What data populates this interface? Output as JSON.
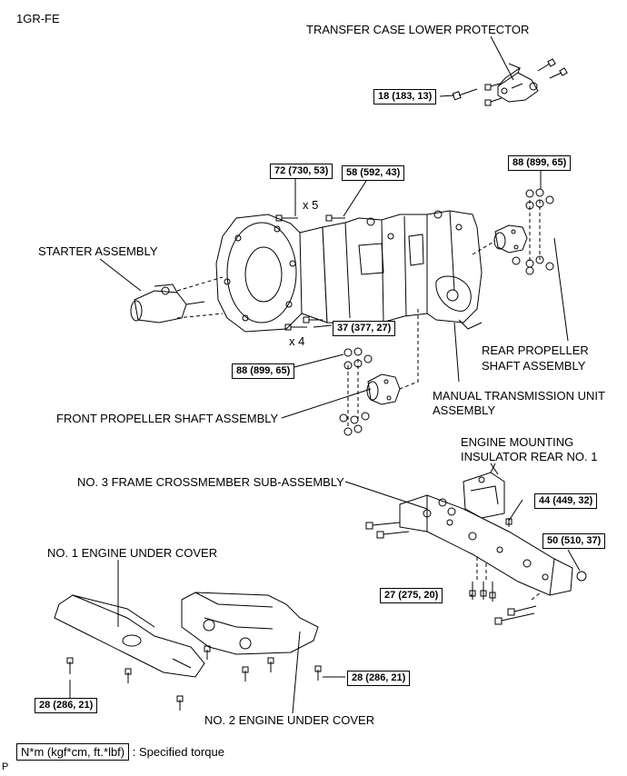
{
  "header": {
    "engine_code": "1GR-FE"
  },
  "labels": {
    "transfer_case_lower_protector": "TRANSFER CASE LOWER PROTECTOR",
    "starter_assembly": "STARTER ASSEMBLY",
    "rear_propeller_line1": "REAR PROPELLER",
    "rear_propeller_line2": "SHAFT ASSEMBLY",
    "manual_trans_line1": "MANUAL TRANSMISSION UNIT",
    "manual_trans_line2": "ASSEMBLY",
    "front_propeller": "FRONT PROPELLER SHAFT ASSEMBLY",
    "engine_mount_line1": "ENGINE MOUNTING",
    "engine_mount_line2": "INSULATOR REAR NO. 1",
    "frame_crossmember": "NO. 3 FRAME CROSSMEMBER SUB-ASSEMBLY",
    "engine_under_cover_1": "NO. 1 ENGINE UNDER COVER",
    "engine_under_cover_2": "NO. 2 ENGINE UNDER COVER"
  },
  "torques": {
    "protector": "18 (183, 13)",
    "bellhousing_bolts": "72 (730, 53)",
    "upper_bolt": "58 (592, 43)",
    "rear_flange": "88 (899, 65)",
    "lower_bolts": "37 (377, 27)",
    "front_flange": "88 (899, 65)",
    "mount_insulator": "44 (449, 32)",
    "crossmember_right": "50 (510, 37)",
    "crossmember_bottom": "27 (275, 20)",
    "under_cover_left": "28 (286, 21)",
    "under_cover_right": "28 (286, 21)"
  },
  "multipliers": {
    "bellhousing": "x 5",
    "lower": "x 4"
  },
  "legend": {
    "unit_box": "N*m (kgf*cm, ft.*lbf)",
    "description": ": Specified torque"
  },
  "footer": {
    "corner_mark": "P"
  }
}
